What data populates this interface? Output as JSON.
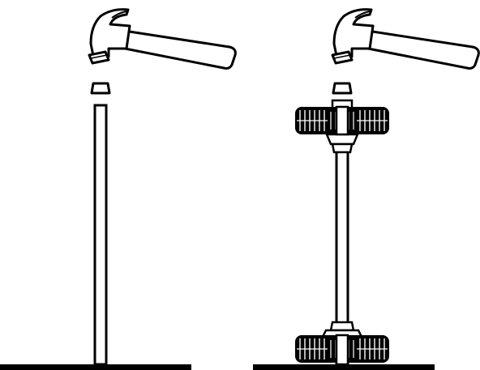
{
  "figure": {
    "panels": [
      {
        "id": "left",
        "parts": [
          "hammer-icon",
          "cap-icon",
          "rod"
        ],
        "has_wheels": false
      },
      {
        "id": "right",
        "parts": [
          "hammer-icon",
          "cap-icon",
          "axle",
          "wheel-top",
          "wheel-bottom"
        ],
        "has_wheels": true
      }
    ],
    "colors": {
      "ink": "#000000",
      "paper": "#ffffff"
    }
  }
}
